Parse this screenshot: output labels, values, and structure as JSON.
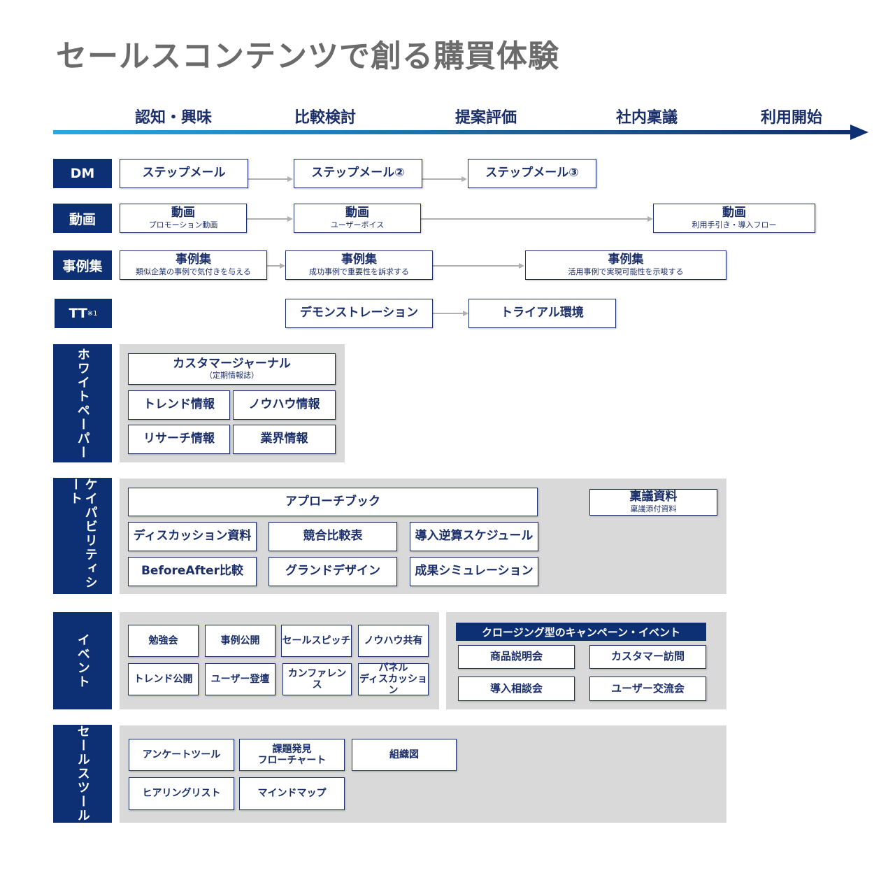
{
  "title": "セールスコンテンツで創る購買体験",
  "stages": [
    "認知・興味",
    "比較検討",
    "提案評価",
    "社内稟議",
    "利用開始"
  ],
  "colors": {
    "navy": "#0d2f73",
    "panel_gray": "#d9d9d9",
    "arrow_start": "#29a9e0",
    "arrow_end": "#0d2f73",
    "connector": "#b0b0b0"
  },
  "rows": {
    "dm": {
      "label": "DM",
      "items": [
        "ステップメール",
        "ステップメール②",
        "ステップメール③"
      ]
    },
    "video": {
      "label": "動画",
      "items": [
        {
          "title": "動画",
          "sub": "プロモーション動画"
        },
        {
          "title": "動画",
          "sub": "ユーザーボイス"
        },
        {
          "title": "動画",
          "sub": "利用手引き・導入フロー"
        }
      ]
    },
    "cases": {
      "label": "事例集",
      "items": [
        {
          "title": "事例集",
          "sub": "類似企業の事例で気付きを与える"
        },
        {
          "title": "事例集",
          "sub": "成功事例で重要性を訴求する"
        },
        {
          "title": "事例集",
          "sub": "活用事例で実現可能性を示唆する"
        }
      ]
    },
    "tt": {
      "label": "TT",
      "note": "※1",
      "items": [
        "デモンストレーション",
        "トライアル環境"
      ]
    }
  },
  "whitepaper": {
    "label": "ホワイトペーパー",
    "journal": {
      "title": "カスタマージャーナル",
      "sub": "（定期情報誌）"
    },
    "items": [
      "トレンド情報",
      "ノウハウ情報",
      "リサーチ情報",
      "業界情報"
    ]
  },
  "capability": {
    "label": "ケイパビリティシート",
    "main": "アプローチブック",
    "ringi": {
      "title": "稟議資料",
      "sub": "稟議添付資料"
    },
    "items": [
      "ディスカッション資料",
      "競合比較表",
      "導入逆算スケジュール",
      "BeforeAfter比較",
      "グランドデザイン",
      "成果シミュレーション"
    ]
  },
  "event": {
    "label": "イベント",
    "items": [
      "勉強会",
      "事例公開",
      "セールスピッチ",
      "ノウハウ共有",
      "トレンド公開",
      "ユーザー登壇",
      "カンファレンス"
    ],
    "panel_line1": "パネル",
    "panel_line2": "ディスカッション",
    "closing_title": "クロージング型のキャンペーン・イベント",
    "closing_items": [
      "商品説明会",
      "カスタマー訪問",
      "導入相談会",
      "ユーザー交流会"
    ]
  },
  "salestool": {
    "label": "セールスツール",
    "items": [
      "アンケートツール",
      "組織図",
      "ヒアリングリスト",
      "マインドマップ"
    ],
    "issue_line1": "課題発見",
    "issue_line2": "フローチャート"
  }
}
